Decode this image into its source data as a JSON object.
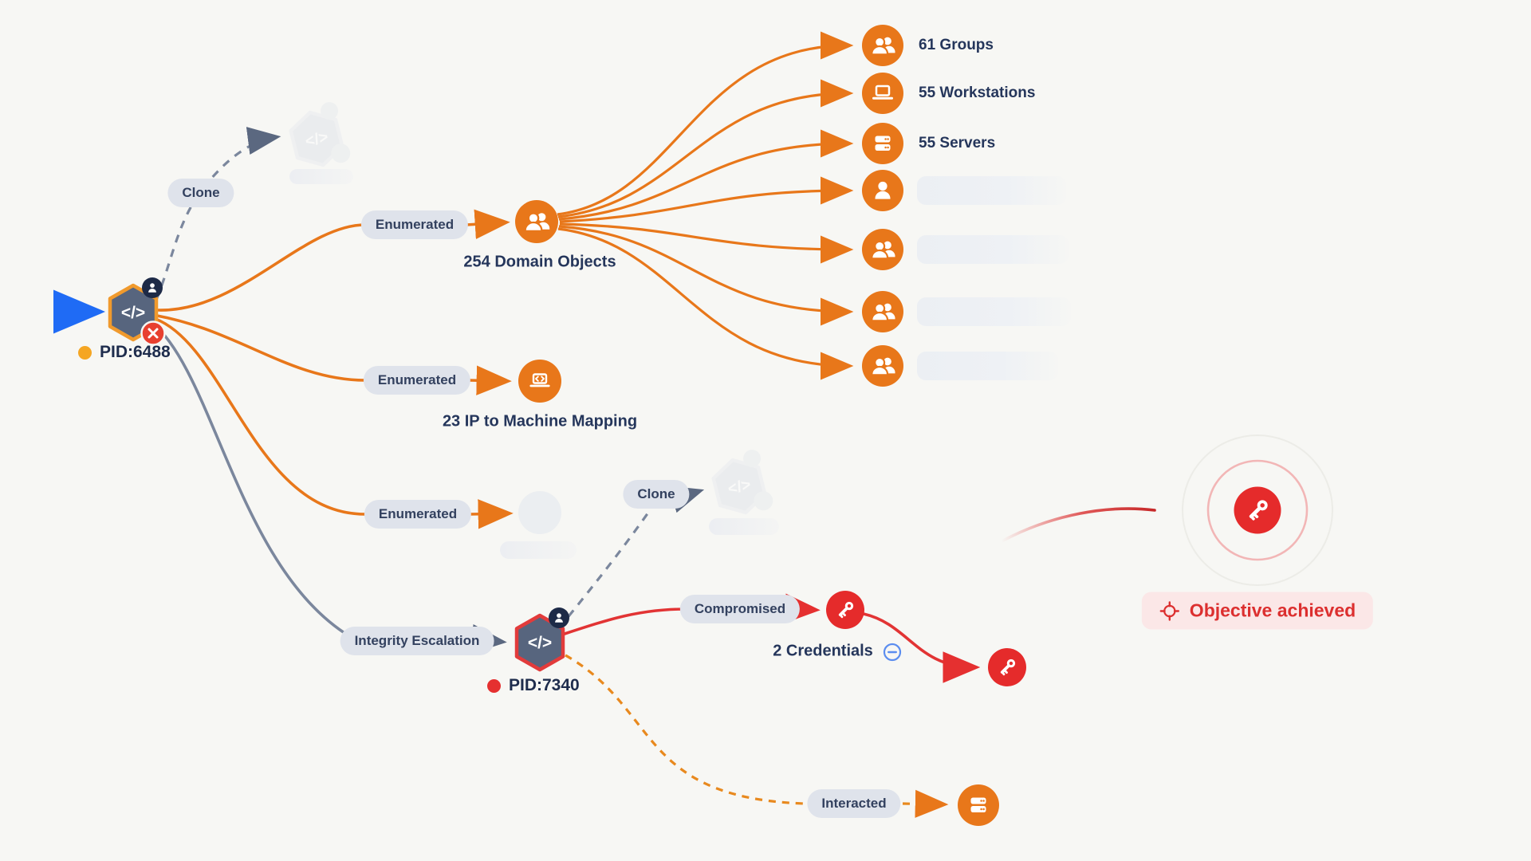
{
  "colors": {
    "background": "#F7F7F4",
    "orange": "#E8771A",
    "red": "#E53030",
    "slate_edge": "#7B879D",
    "navy_text": "#25365B",
    "blue": "#1F6BF5",
    "pill_bg": "#DFE3EB",
    "hexagon_fill": "#57657E",
    "hexagon_border_root": "#F09A2D",
    "hexagon_border_child": "#E23B3B",
    "objective_bg": "#FBE7E7",
    "objective_text": "#DC2F2F"
  },
  "glyphs": {
    "code": "</>"
  },
  "root_process": {
    "pid": "PID:6488"
  },
  "child_process": {
    "pid": "PID:7340"
  },
  "edge_labels": {
    "clone1": "Clone",
    "clone2": "Clone",
    "enumerated1": "Enumerated",
    "enumerated2": "Enumerated",
    "enumerated3": "Enumerated",
    "integrity_escalation": "Integrity Escalation",
    "compromised": "Compromised",
    "interacted": "Interacted"
  },
  "node_labels": {
    "domain_objects": "254 Domain Objects",
    "ip_mapping": "23 IP to Machine Mapping",
    "credentials": "2 Credentials"
  },
  "fanout": [
    {
      "label": "61 Groups",
      "icon": "users",
      "placeholder": false
    },
    {
      "label": "55 Workstations",
      "icon": "laptop",
      "placeholder": false
    },
    {
      "label": "55 Servers",
      "icon": "server",
      "placeholder": false
    },
    {
      "label": "",
      "icon": "user",
      "placeholder": true
    },
    {
      "label": "",
      "icon": "users",
      "placeholder": true
    },
    {
      "label": "",
      "icon": "users",
      "placeholder": true
    },
    {
      "label": "",
      "icon": "users",
      "placeholder": true
    }
  ],
  "objective": {
    "label": "Objective achieved"
  }
}
